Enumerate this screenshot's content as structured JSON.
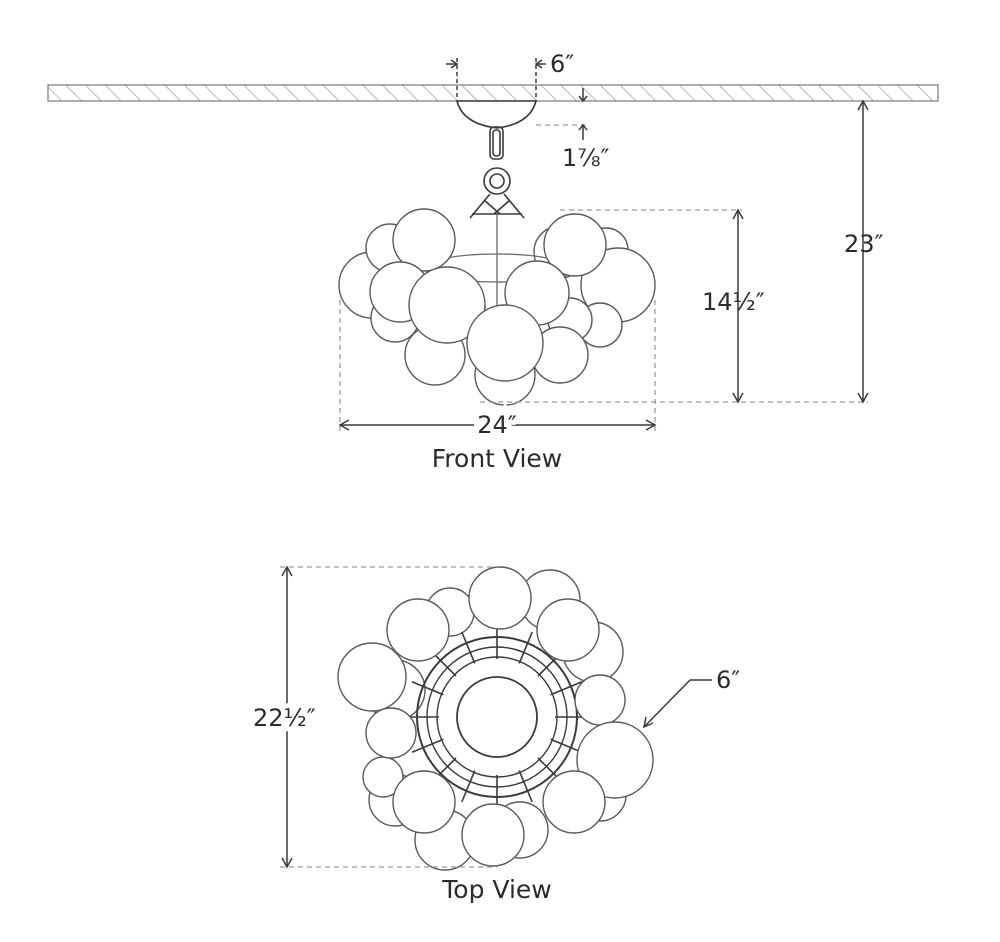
{
  "front_view": {
    "caption": "Front View",
    "dims": {
      "canopy_width": "6″",
      "canopy_height": "1⅞″",
      "overall_height": "23″",
      "body_height": "14½″",
      "width": "24″"
    }
  },
  "top_view": {
    "caption": "Top View",
    "dims": {
      "depth": "22½″",
      "canopy": "6″"
    }
  },
  "colors": {
    "line": "#3a3a3a",
    "dim_line": "#555555",
    "dashed": "#9a9a9a",
    "globe_stroke": "#5a5a5a",
    "globe_fill": "#ffffff",
    "ceiling_hatch": "#8a8a8a"
  }
}
